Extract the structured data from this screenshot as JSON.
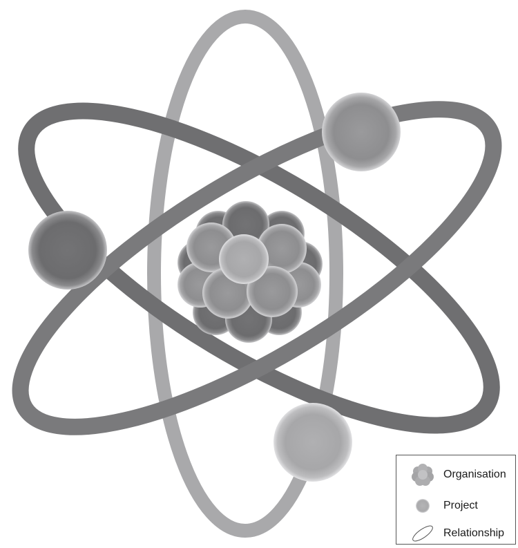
{
  "diagram": {
    "colors": {
      "orbit_dark": "#6e6e70",
      "orbit_light": "#a8a8aa",
      "background": "#ffffff"
    }
  },
  "legend": {
    "items": [
      {
        "label": "Organisation",
        "icon": "cluster-icon"
      },
      {
        "label": "Project",
        "icon": "sphere-icon"
      },
      {
        "label": "Relationship",
        "icon": "ellipse-icon"
      }
    ]
  }
}
